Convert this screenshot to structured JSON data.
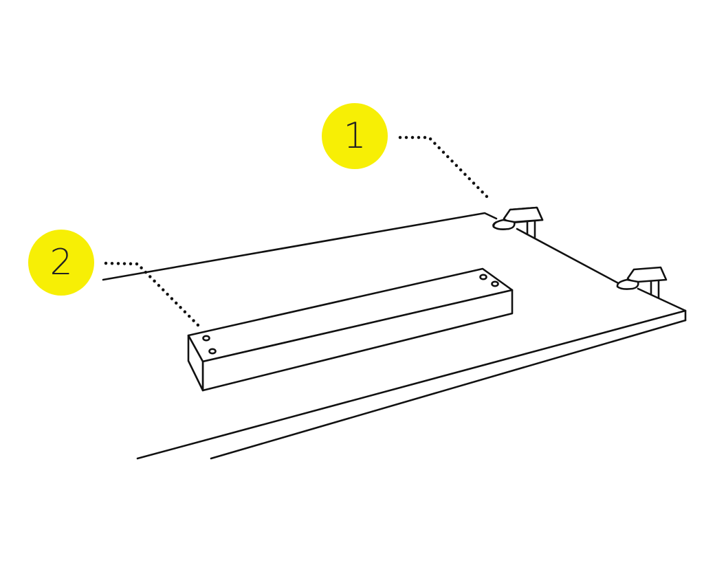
{
  "callouts": [
    {
      "label": "1",
      "part": "clip"
    },
    {
      "label": "2",
      "part": "wooden-bar"
    }
  ],
  "colors": {
    "callout": "#f7ef05",
    "line": "#111111"
  }
}
